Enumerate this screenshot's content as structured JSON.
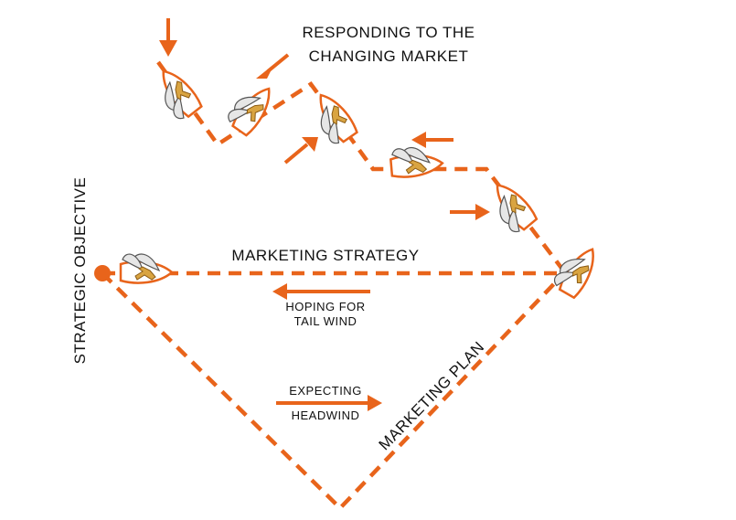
{
  "labels": {
    "responding_line1": "RESPONDING TO THE",
    "responding_line2": "CHANGING MARKET",
    "marketing_strategy": "MARKETING STRATEGY",
    "hoping_line1": "HOPING FOR",
    "hoping_line2": "TAIL WIND",
    "expecting_line1": "EXPECTING",
    "expecting_line2": "HEADWIND",
    "marketing_plan": "MARKETING PLAN",
    "strategic_objective": "STRATEGIC OBJECTIVE"
  },
  "colors": {
    "accent": "#e8641b",
    "text": "#111111",
    "background": "#ffffff"
  },
  "icons": [
    "sailboat-icon",
    "wind-arrow-icon",
    "objective-dot-icon"
  ]
}
